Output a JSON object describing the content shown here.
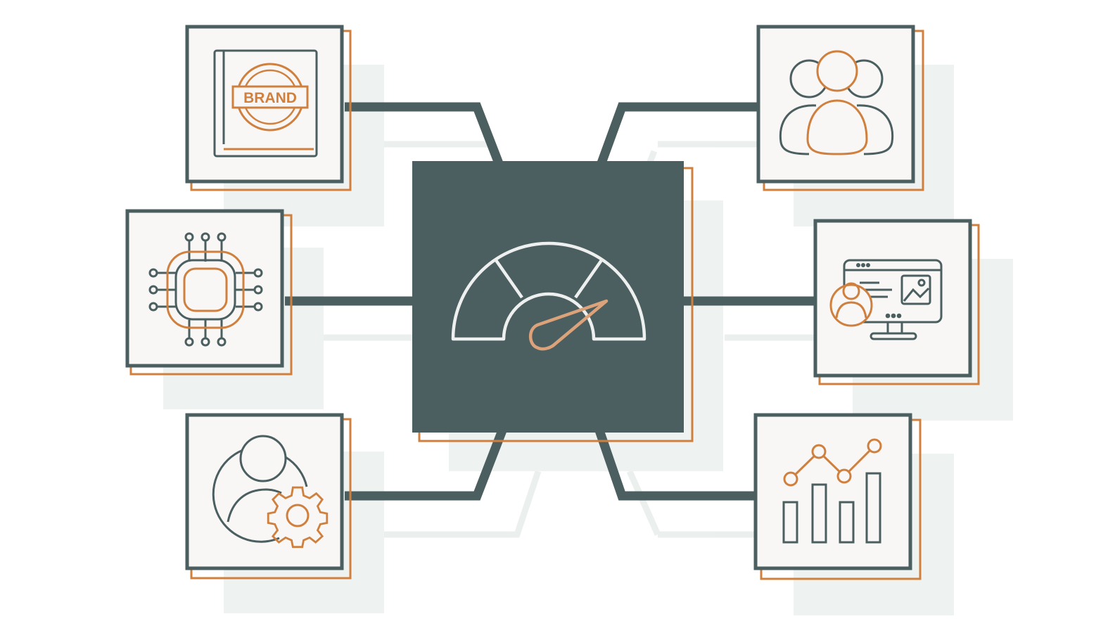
{
  "colors": {
    "primary": "#4b5e60",
    "accent": "#d0803e",
    "accent_light": "#dca279",
    "tile_fill": "#f8f7f5",
    "shadow": "#e9eeed",
    "gauge_line": "#eef0ef"
  },
  "center": {
    "icon": "speedometer-icon"
  },
  "nodes": [
    {
      "id": "brand",
      "icon": "brand-book-icon",
      "text": "BRAND"
    },
    {
      "id": "chip",
      "icon": "microchip-icon"
    },
    {
      "id": "user-settings",
      "icon": "user-gear-icon"
    },
    {
      "id": "team",
      "icon": "user-group-icon"
    },
    {
      "id": "web-profile",
      "icon": "monitor-profile-icon"
    },
    {
      "id": "analytics",
      "icon": "bar-line-chart-icon"
    }
  ]
}
